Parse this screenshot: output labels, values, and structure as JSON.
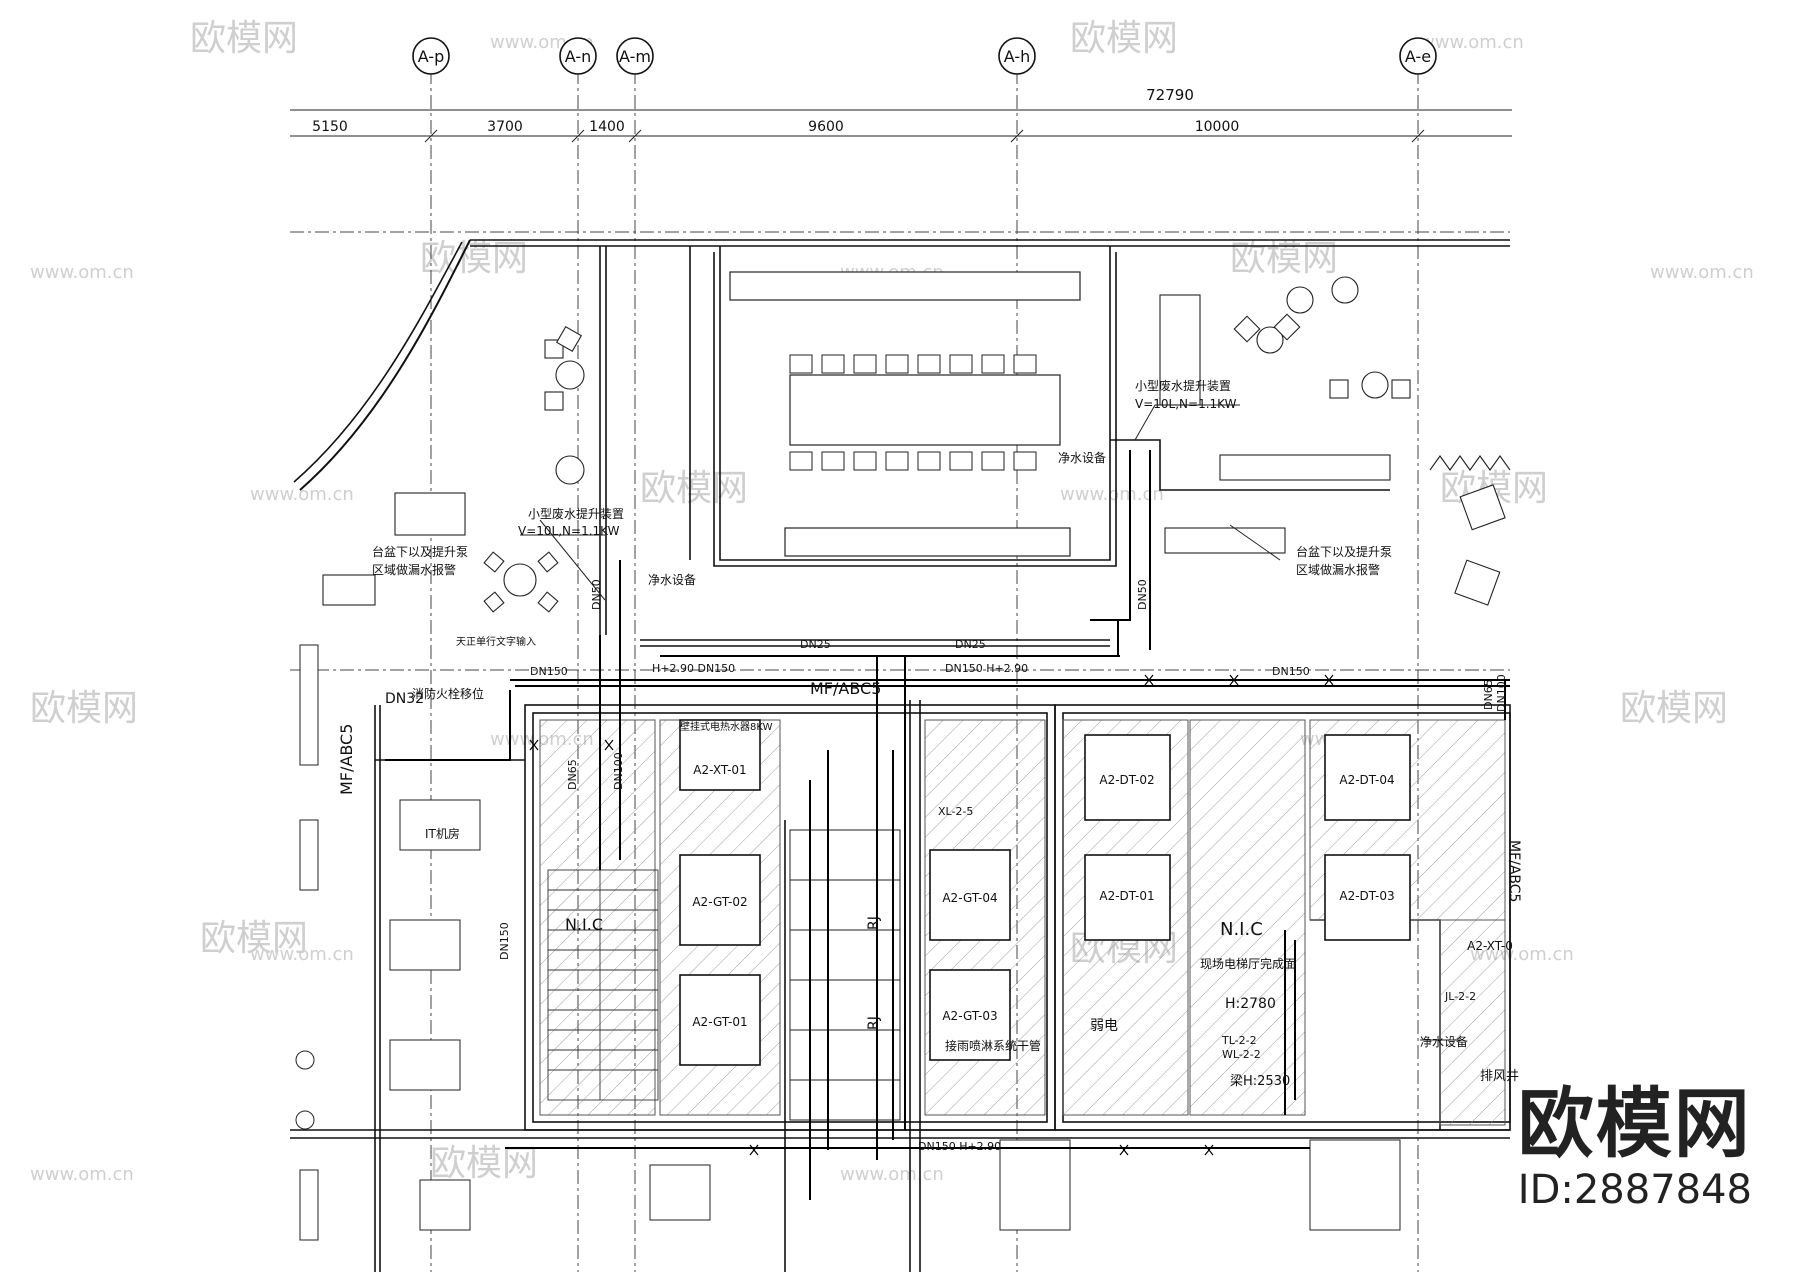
{
  "axes": [
    "A-p",
    "A-n",
    "A-m",
    "A-h",
    "A-e"
  ],
  "dimensions": {
    "total": "72790",
    "segments": [
      "5150",
      "3700",
      "1400",
      "9600",
      "10000"
    ]
  },
  "rooms": [
    "A2-XT-01",
    "A2-GT-02",
    "A2-GT-01",
    "A2-GT-04",
    "A2-GT-03",
    "A2-DT-02",
    "A2-DT-01",
    "A2-DT-04",
    "A2-DT-03",
    "A2-XT-0"
  ],
  "notes": {
    "pump_left_1": "小型废水提升装置",
    "pump_left_2": "V=10L,N=1.1KW",
    "pump_right_1": "小型废水提升装置",
    "pump_right_2": "V=10L,N=1.1KW",
    "leak_left_1": "台盆下以及提升泵",
    "leak_left_2": "区域做漏水报警",
    "leak_right_1": "台盆下以及提升泵",
    "leak_right_2": "区域做漏水报警",
    "water_equip_1": "净水设备",
    "water_equip_2": "净水设备",
    "water_equip_3": "净水设备",
    "fire_hydrant": "消防火栓移位",
    "machine_room": "IT机房",
    "nic_1": "N.I.C",
    "nic_2": "N.I.C",
    "weak_elec": "弱电",
    "elevator_hall": "现场电梯厅完成面",
    "height": "H:2780",
    "beam": "梁H:2530",
    "exhaust": "排风井",
    "trunk": "接雨喷淋系统干管",
    "wc_pump": "壁挂式电热水器8KW",
    "mf_left": "MF/ABC5",
    "mf_mid": "MF/ABC5",
    "pipe_dn150": "DN150",
    "pipe_dn32": "DN32",
    "pipe_dn25": "DN25",
    "pipe_dn50": "DN50",
    "pipe_dn65": "DN65",
    "pipe_dn100": "DN100",
    "pipe_dn150_h": "DN150 H+2.90",
    "pipe_h290": "H+2.90 DN150",
    "rj": "RJ",
    "xl": "XL-2-5",
    "wl": "WL-2-2",
    "jl": "JL-2-2",
    "tl": "TL-2-2",
    "front_desk": "天正单行文字输入"
  },
  "watermark": {
    "logo": "欧模网",
    "url": "www.om.cn"
  },
  "brand": {
    "logo": "欧模网",
    "id": "ID:2887848"
  }
}
